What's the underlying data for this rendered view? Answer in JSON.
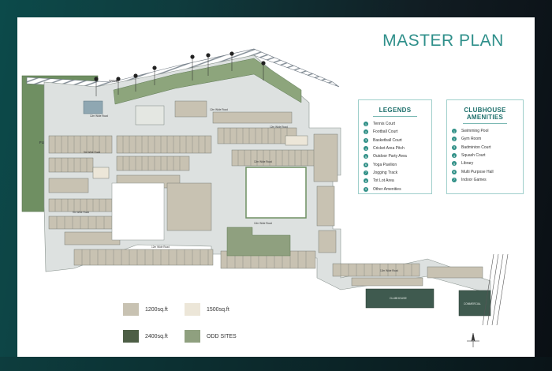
{
  "title": "MASTER PLAN",
  "legends": {
    "heading": "LEGENDS",
    "items": [
      {
        "num": "1",
        "label": "Tennis Court"
      },
      {
        "num": "2",
        "label": "Football Court"
      },
      {
        "num": "3",
        "label": "Basketball Court"
      },
      {
        "num": "4",
        "label": "Cricket Area Pitch"
      },
      {
        "num": "5",
        "label": "Outdoor Party Area"
      },
      {
        "num": "6",
        "label": "Yoga Pavilion"
      },
      {
        "num": "7",
        "label": "Jogging Track"
      },
      {
        "num": "8",
        "label": "Tot Lot Area"
      },
      {
        "num": "9",
        "label": "Other Amenities"
      }
    ]
  },
  "clubhouse": {
    "heading": "CLUBHOUSE AMENITIES",
    "items": [
      {
        "num": "1",
        "label": "Swimming Pool"
      },
      {
        "num": "2",
        "label": "Gym Room"
      },
      {
        "num": "3",
        "label": "Badminton Court"
      },
      {
        "num": "4",
        "label": "Squash Court"
      },
      {
        "num": "5",
        "label": "Library"
      },
      {
        "num": "6",
        "label": "Multi Purpose Hall"
      },
      {
        "num": "7",
        "label": "Indoor Games"
      }
    ]
  },
  "plot_key": [
    {
      "label": "1200sq.ft",
      "color": "#c8c2b2"
    },
    {
      "label": "1500sq.ft",
      "color": "#ece6d8"
    },
    {
      "label": "2400sq.ft",
      "color": "#4d5e45"
    },
    {
      "label": "ODD SITES",
      "color": "#8fa07f"
    }
  ],
  "map_labels": {
    "future_development": "FUTURE DEVELOPMENT",
    "tank": "TANK",
    "clubhouse": "CLUBHOUSE",
    "commercial": "COMMERCIAL",
    "road_12": "12m Wide Road",
    "road_9": "9m Wide Road"
  },
  "amenity_markers": [
    "1",
    "2",
    "3",
    "4",
    "5",
    "6",
    "7",
    "8",
    "9"
  ],
  "colors": {
    "accent": "#2e8f8a",
    "road": "#dde1e0",
    "plot_outline": "#7d8680",
    "green": "#6f8f62"
  }
}
